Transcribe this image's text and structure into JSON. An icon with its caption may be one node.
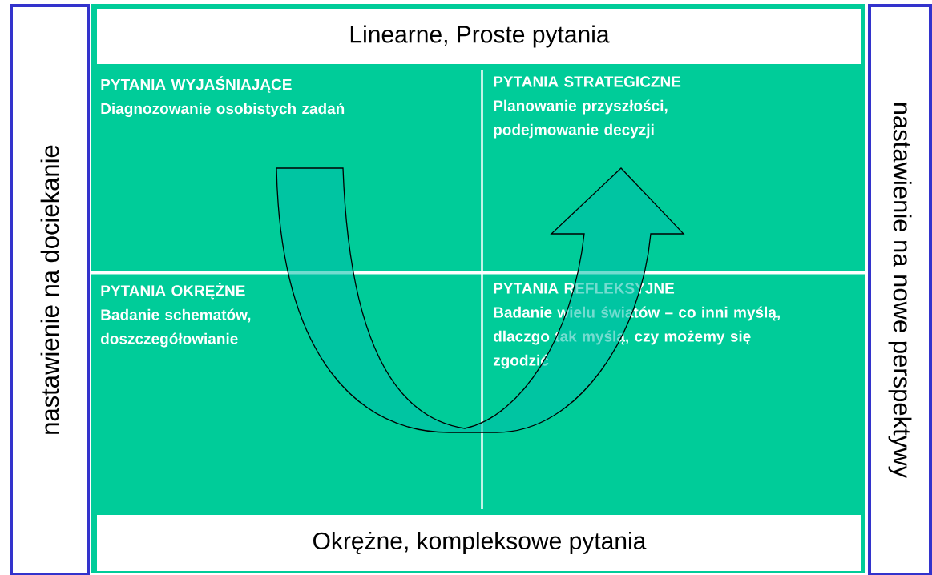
{
  "diagram": {
    "nodes": [
      {
        "text": [
          "nastawienie na dociekanie"
        ]
      },
      {
        "text": [
          "Linearne, Proste pytania"
        ]
      },
      {
        "text": [
          "PYTANIA WYJAŚNIAJĄCE",
          "Diagnozowanie osobistych zadań"
        ]
      },
      {
        "text": [
          "PYTANIA STRATEGICZNE",
          "Planowanie przyszłości, podejmowanie decyzji"
        ]
      },
      {
        "text": [
          "PYTANIA OKRĘŻNE",
          "Badanie schematów, doszczegółowianie"
        ]
      },
      {
        "text": [
          "PYTANIA REFLEKSYJNE",
          "Badanie wielu światów – co inni myślą, dlaczgo tak myślą, czy możemy się zgodzić"
        ]
      },
      {
        "text": [
          "Okrężne, kompleksowe pytania"
        ]
      },
      {
        "text": [
          "nastawienie na nowe perspektywy"
        ]
      }
    ],
    "edges": [
      {
        "from": 2,
        "to": 3,
        "arrow": "to"
      }
    ]
  }
}
